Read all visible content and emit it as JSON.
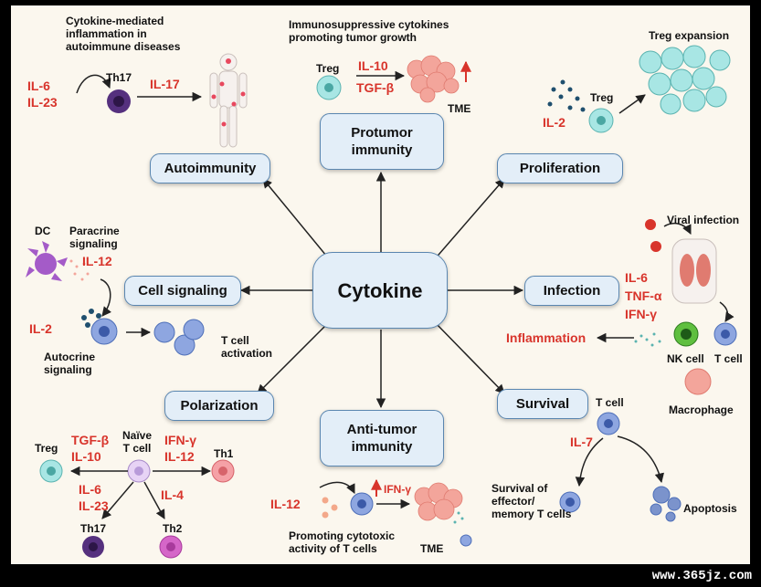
{
  "center": "Cytokine",
  "categories": {
    "protumor": "Protumor\nimmunity",
    "autoimmunity": "Autoimmunity",
    "proliferation": "Proliferation",
    "cell_signaling": "Cell signaling",
    "infection": "Infection",
    "polarization": "Polarization",
    "antitumor": "Anti-tumor\nimmunity",
    "survival": "Survival"
  },
  "autoimmunity": {
    "caption": "Cytokine-mediated\ninflammation in\nautoimmune diseases",
    "il6": "IL-6",
    "il23": "IL-23",
    "cell": "Th17",
    "il17": "IL-17"
  },
  "protumor": {
    "caption": "Immunosuppressive cytokines\npromoting tumor growth",
    "treg": "Treg",
    "il10": "IL-10",
    "tgfb": "TGF-β",
    "tme": "TME"
  },
  "proliferation": {
    "caption": "Treg expansion",
    "treg": "Treg",
    "il2": "IL-2"
  },
  "cell_signaling": {
    "dc": "DC",
    "paracrine": "Paracrine\nsignaling",
    "il12": "IL-12",
    "il2": "IL-2",
    "autocrine": "Autocrine\nsignaling",
    "activation": "T cell\nactivation"
  },
  "infection": {
    "caption": "Viral infection",
    "il6": "IL-6",
    "tnfa": "TNF-α",
    "ifng": "IFN-γ",
    "inflammation": "Inflammation",
    "nk": "NK cell",
    "tcell": "T cell",
    "macrophage": "Macrophage"
  },
  "polarization": {
    "naive": "Naïve\nT cell",
    "treg": "Treg",
    "tgfb": "TGF-β",
    "il10": "IL-10",
    "ifng": "IFN-γ",
    "il12": "IL-12",
    "th1": "Th1",
    "il6": "IL-6",
    "il23": "IL-23",
    "il4": "IL-4",
    "th17": "Th17",
    "th2": "Th2"
  },
  "antitumor": {
    "il12": "IL-12",
    "ifng": "IFN-γ",
    "caption": "Promoting cytotoxic\nactivity of T cells",
    "tme": "TME"
  },
  "survival": {
    "tcell": "T cell",
    "il7": "IL-7",
    "memory": "Survival of\neffector/\nmemory T cells",
    "apoptosis": "Apoptosis"
  },
  "watermark": "www.365jz.com",
  "colors": {
    "red": "#d8342b",
    "box_fill": "#e3eef8",
    "box_border": "#5a86b0",
    "background": "#fbf7ee"
  }
}
